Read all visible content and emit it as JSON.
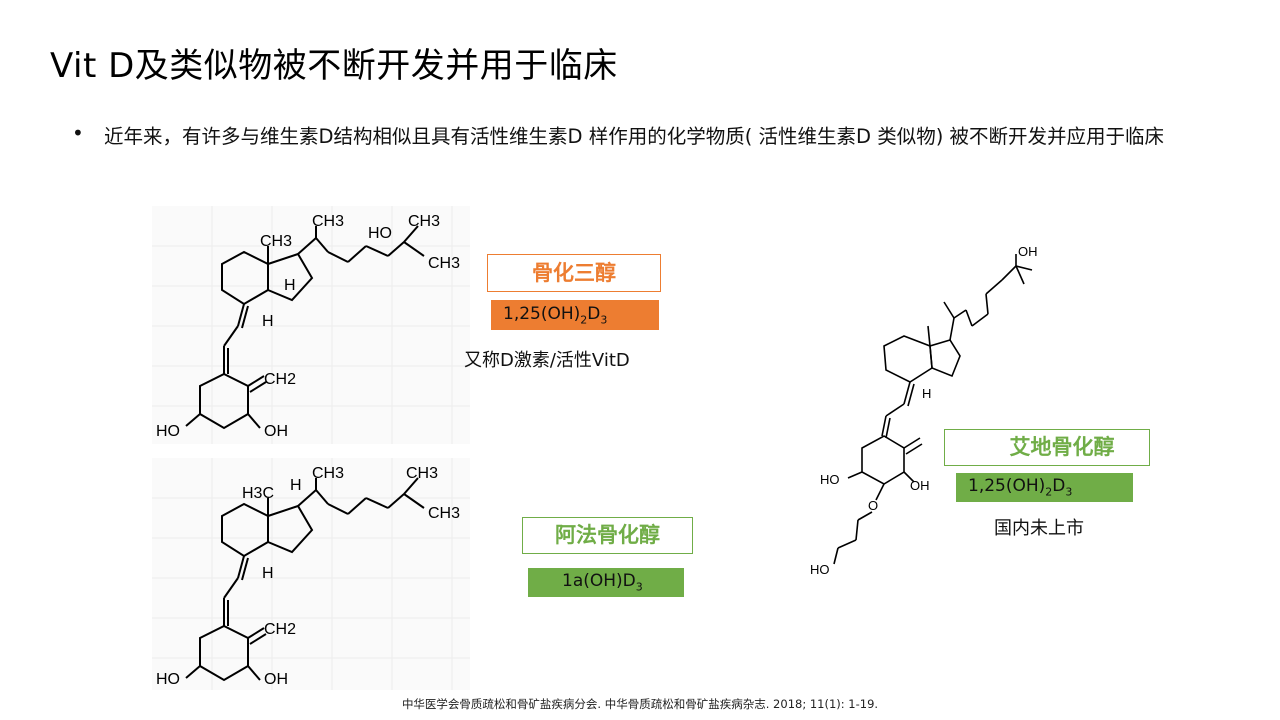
{
  "slide": {
    "title": "Vit D及类似物被不断开发并用于临床",
    "bullet_symbol": "•",
    "bullet_text": "近年来，有许多与维生素D结构相似且具有活性维生素D 样作用的化学物质( 活性维生素D 类似物) 被不断开发并应用于临床"
  },
  "compounds": [
    {
      "name": "骨化三醇",
      "formula": "1,25(OH)2D3",
      "formula_parts": [
        "1,25(OH)",
        "2",
        "D",
        "3"
      ],
      "note": "又称D激素/活性VitD",
      "name_color": "#ED7D31",
      "badge_color": "#ED7D31"
    },
    {
      "name": "阿法骨化醇",
      "formula": "1a(OH)D3",
      "formula_parts": [
        "1a(OH)D",
        "3"
      ],
      "name_color": "#70AD47",
      "badge_color": "#70AD47"
    },
    {
      "name": "艾地骨化醇",
      "formula": "1,25(OH)2D3",
      "formula_parts": [
        "1,25(OH)",
        "2",
        "D",
        "3"
      ],
      "note": "国内未上市",
      "name_color": "#70AD47",
      "badge_color": "#70AD47"
    }
  ],
  "structure_labels": {
    "calcitriol": [
      "CH3",
      "CH3",
      "HO",
      "CH3",
      "CH3",
      "H",
      "H",
      "CH2",
      "HO",
      "OH"
    ],
    "alfacalcidol": [
      "CH3",
      "H3C",
      "H",
      "CH3",
      "CH3",
      "H",
      "CH2",
      "HO",
      "OH"
    ],
    "eldecalcitol": [
      "OH",
      "H",
      "HO",
      "OH",
      "O",
      "HO"
    ]
  },
  "citation": "中华医学会骨质疏松和骨矿盐疾病分会. 中华骨质疏松和骨矿盐疾病杂志. 2018; 11(1): 1-19."
}
